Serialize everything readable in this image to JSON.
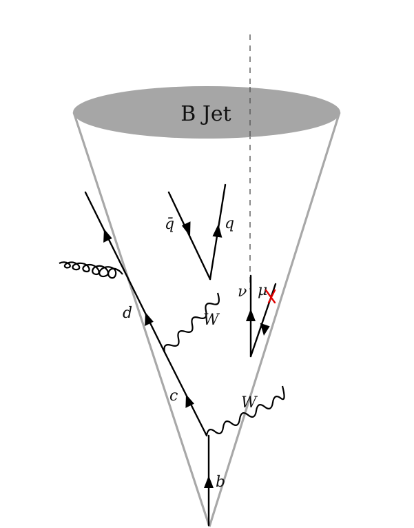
{
  "jet": {
    "label": "B Jet"
  },
  "particles": {
    "b": "b",
    "c": "c",
    "d": "d",
    "q": "q",
    "qbar": "q̄",
    "nu": "ν",
    "mu": "μ",
    "w_upper": "W",
    "w_lower": "W"
  },
  "colors": {
    "cone": "#a8a8a8",
    "cap": "#a6a6a6",
    "lines": "#000000",
    "cross": "#e00000"
  }
}
